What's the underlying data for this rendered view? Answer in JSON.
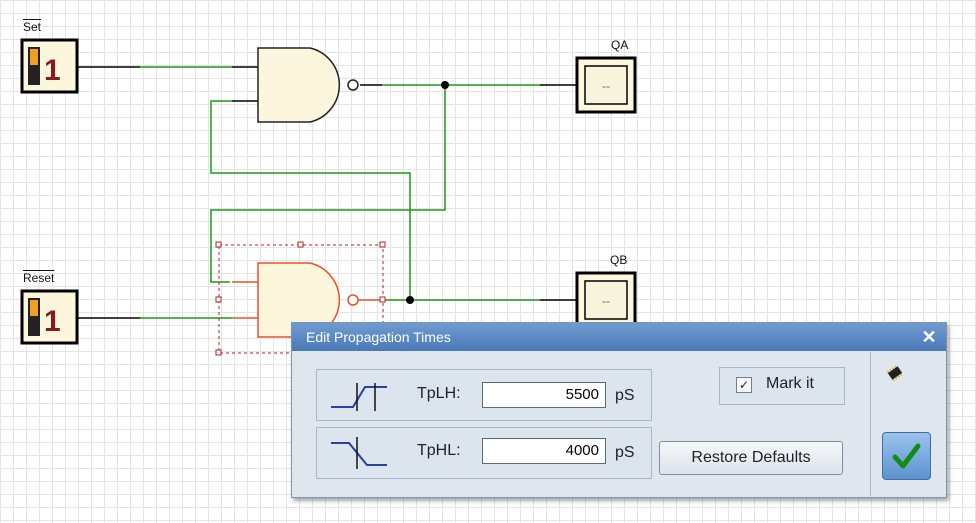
{
  "circuit": {
    "set_label": "Set",
    "reset_label": "Reset",
    "qa_label": "QA",
    "qb_label": "QB",
    "set_switch_value": "1",
    "reset_switch_value": "1",
    "qa_display": "--",
    "qb_display": "--"
  },
  "dialog": {
    "title": "Edit Propagation Times",
    "close_glyph": "✕",
    "tplh_label": "TpLH:",
    "tplh_value": "5500",
    "tplh_unit": "pS",
    "tphl_label": "TpHL:",
    "tphl_value": "4000",
    "tphl_unit": "pS",
    "mark_label": "Mark it",
    "mark_checked": "✓",
    "restore_label": "Restore Defaults",
    "ok_glyph": "✔"
  },
  "colors": {
    "wire_green": "#1a9a1a",
    "wire_black": "#000000",
    "gate_fill": "#fcf6dc",
    "selected_gate": "#e8512a",
    "selection_box": "#b02020",
    "dialog_title": "#5a89c4",
    "ok_check": "#138a13"
  },
  "icons": {
    "tplh_icon": "rising-edge-icon",
    "tphl_icon": "falling-edge-icon",
    "chip_icon": "chip-icon",
    "ok_icon": "checkmark-icon",
    "close_icon": "close-icon"
  }
}
